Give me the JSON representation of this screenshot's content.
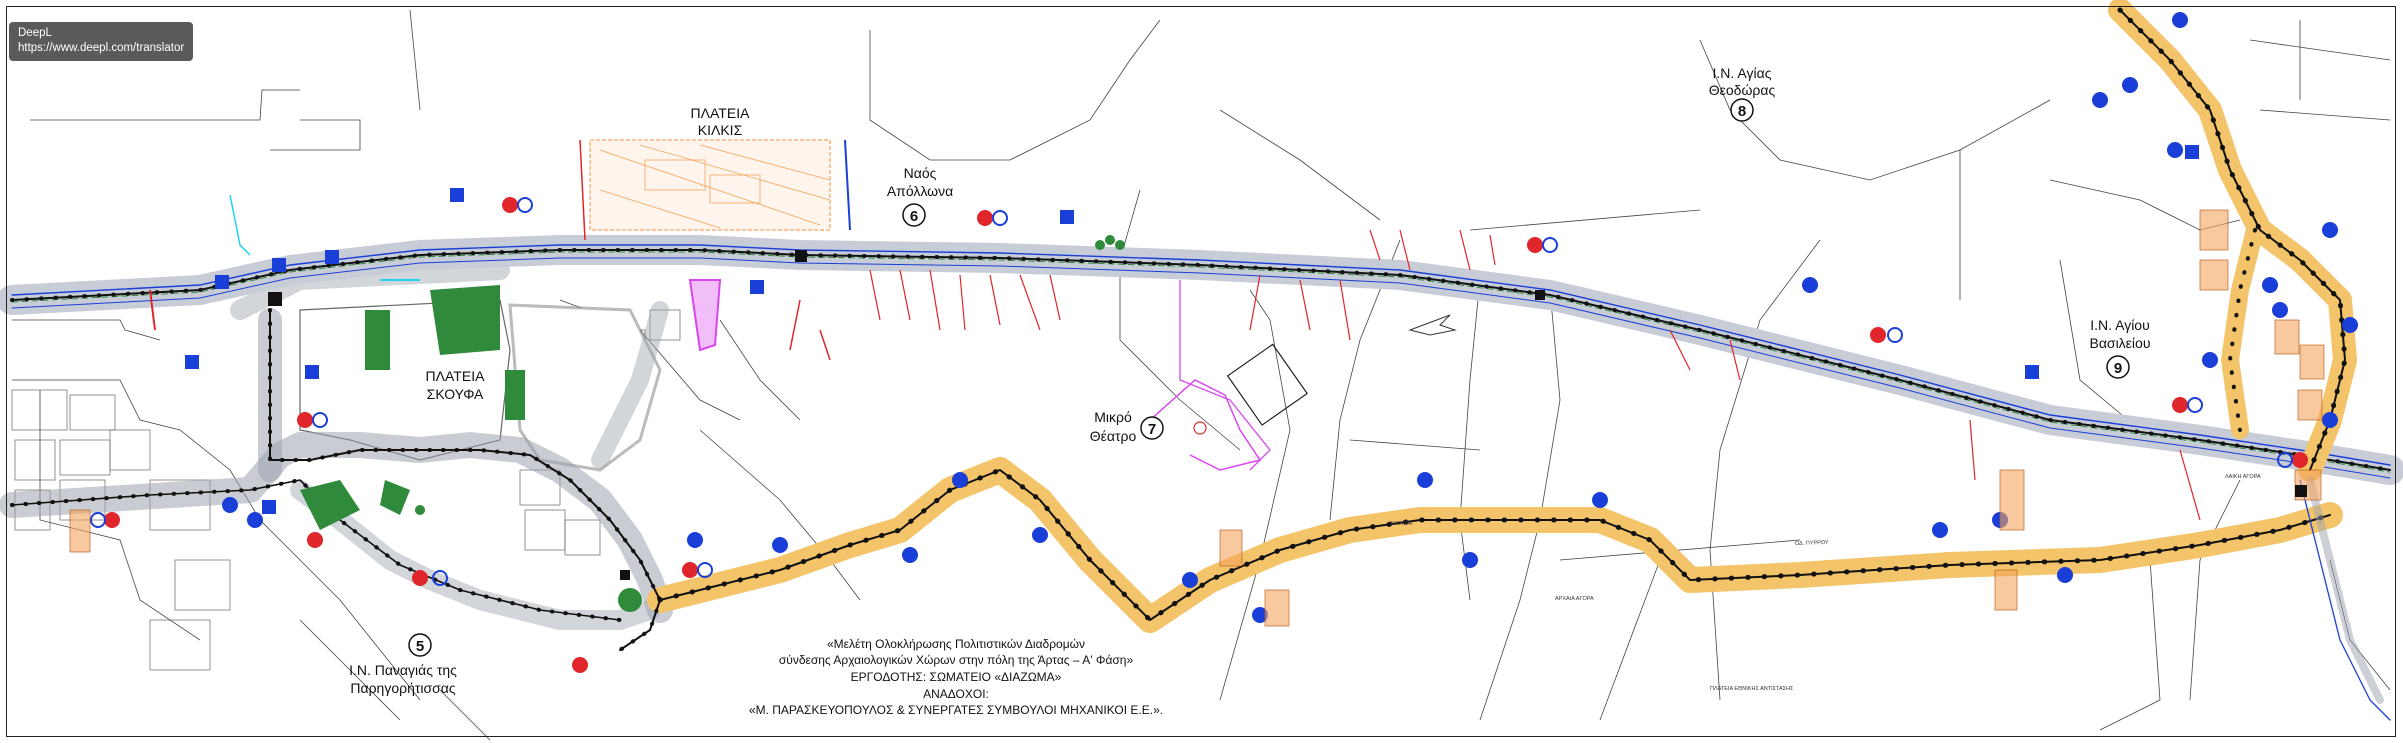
{
  "badge": {
    "app": "DeepL",
    "url": "https://www.deepl.com/translator"
  },
  "places": {
    "kilkis": [
      "ΠΛΑΤΕΙΑ",
      "ΚΙΛΚΙΣ"
    ],
    "skoufa": [
      "ΠΛΑΤΕΙΑ",
      "ΣΚΟΥΦΑ"
    ],
    "apollona": {
      "lines": [
        "Ναός",
        "Απόλλωνα"
      ],
      "number": "6"
    },
    "mikro": {
      "lines": [
        "Μικρό",
        "Θέατρο"
      ],
      "number": "7"
    },
    "theodoras": {
      "lines": [
        "Ι.Ν. Αγίας",
        "Θεοδώρας"
      ],
      "number": "8"
    },
    "vasileiou": {
      "lines": [
        "Ι.Ν. Αγίου",
        "Βασιλείου"
      ],
      "number": "9"
    },
    "parigoritissa": {
      "lines": [
        "Ι.Ν. Παναγιάς της",
        "Παρηγορήτισσας"
      ],
      "number": "5"
    }
  },
  "streets": {
    "pyrrou": "ΟΔ. ΠΥΡΡΟΥ",
    "skoufa": "ΣΚΟΥΦΑ",
    "agora": "ΑΡΧΑΙΑ ΑΓΟΡΑ",
    "agora2": "ΛΑΙΚΗ ΑΓΟΡΑ",
    "plateia": "ΠΛΑΤΕΙΑ ΕΘΝΙΚΗΣ ΑΝΤΙΣΤΑΣΗΣ"
  },
  "caption": {
    "line1": "«Μελέτη Ολοκλήρωσης Πολιτιστικών Διαδρομών",
    "line2": "σύνδεσης Αρχαιολογικών Χώρων στην πόλη της Άρτας – Α' Φάση»",
    "line3": "ΕΡΓΟΔΟΤΗΣ: ΣΩΜΑΤΕΙΟ «ΔΙΑΖΩΜΑ»",
    "line4": "ΑΝΑΔΟΧΟΙ:",
    "line5": "«Μ. ΠΑΡΑΣΚΕΥΟΠΟΥΛΟΣ & ΣΥΝΕΡΓΑΤΕΣ ΣΥΜΒΟΥΛΟΙ ΜΗΧΑΝΙΚΟΙ Ε.Ε.»."
  },
  "colors": {
    "route": "#f3c46a",
    "green": "#2f8a3b",
    "blue": "#1a3fd8",
    "red": "#e0262a",
    "cyan": "#22d3ee",
    "magenta": "#d946ef",
    "gray": "#9ca3af",
    "orange": "#f4a45e"
  }
}
